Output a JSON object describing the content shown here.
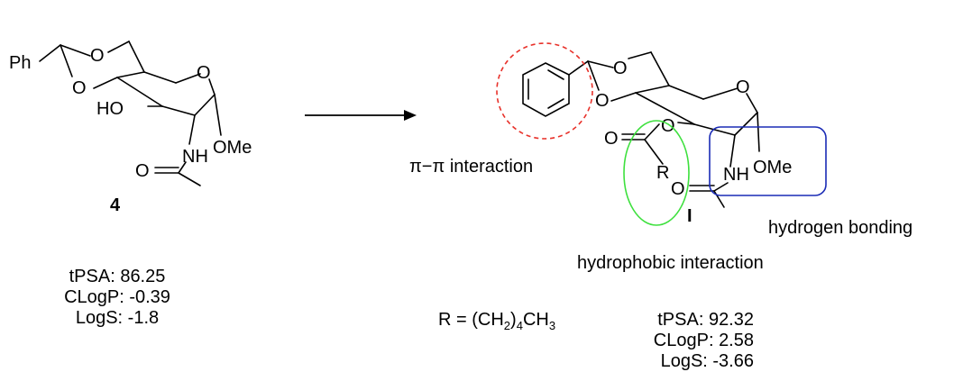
{
  "compound_4": {
    "label": "4",
    "atoms": {
      "ph": "Ph",
      "o_ring1": "O",
      "o_ring2": "O",
      "o_pyran": "O",
      "ho": "HO",
      "nh": "NH",
      "ome": "OMe",
      "o_carbonyl": "O"
    },
    "properties": {
      "tpsa": "tPSA: 86.25",
      "clogp": "CLogP: -0.39",
      "logs": "LogS: -1.8"
    }
  },
  "compound_I": {
    "label": "I",
    "atoms": {
      "o_ring1": "O",
      "o_ring2": "O",
      "o_pyran": "O",
      "o_ester": "O",
      "o_carbonyl_ester": "O",
      "r": "R",
      "nh": "NH",
      "ome": "OMe",
      "o_carbonyl_amide": "O"
    },
    "r_group": {
      "prefix": "R = (CH",
      "sub1": "2",
      "mid": ")",
      "sub2": "4",
      "suffix": "CH",
      "sub3": "3"
    },
    "properties": {
      "tpsa": "tPSA: 92.32",
      "clogp": "CLogP: 2.58",
      "logs": "LogS: -3.66"
    }
  },
  "annotations": {
    "pi_pi": "π−π interaction",
    "hydrophobic": "hydrophobic interaction",
    "hydrogen": "hydrogen bonding"
  },
  "colors": {
    "pi_circle": "#e8312a",
    "hydrophobic_ellipse": "#3ee03e",
    "hbond_box": "#1a2bb5",
    "bond": "#000000"
  }
}
